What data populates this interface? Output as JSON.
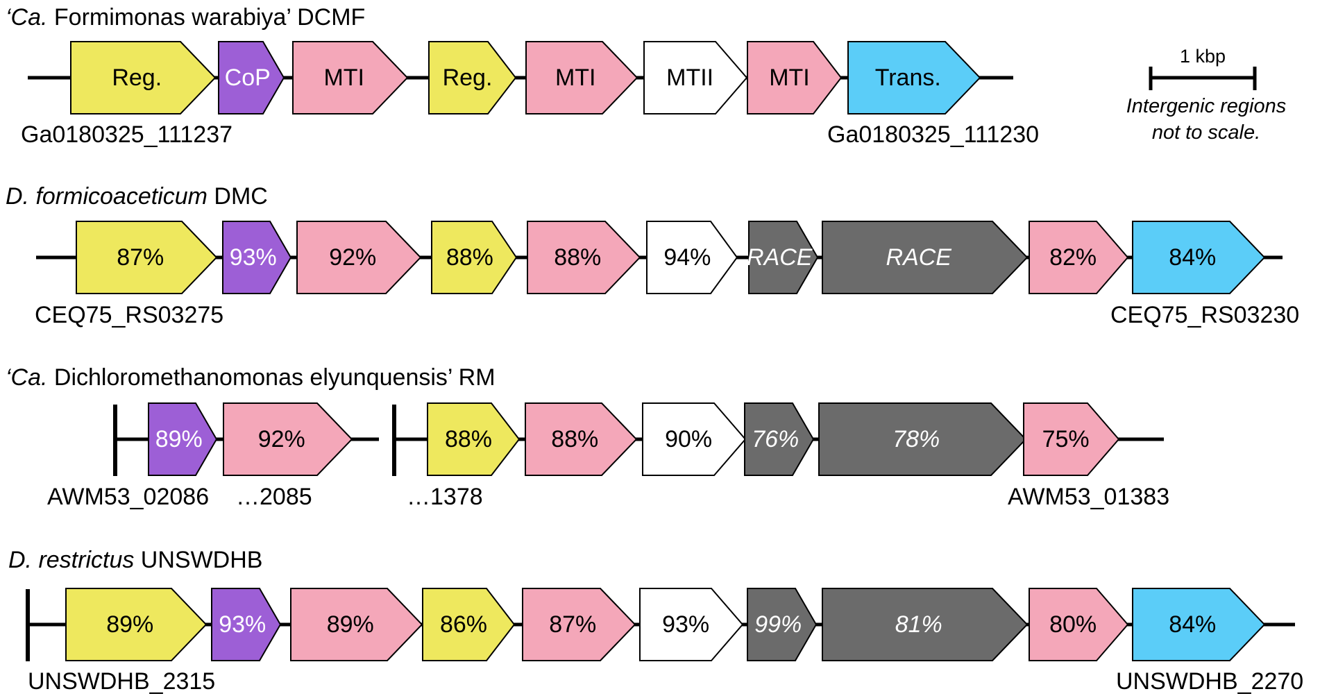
{
  "colors": {
    "Reg.": "#eee85e",
    "CoP": "#9d5fd6",
    "MTI": "#f4a7b9",
    "MTII": "#ffffff",
    "RACE": "#6b6b6b",
    "Trans.": "#5bcdf8"
  },
  "scale_bar": {
    "label": "1 kbp",
    "note_line1": "Intergenic regions",
    "note_line2": "not to scale."
  },
  "clusters": [
    {
      "title_italic": "‘Ca.",
      "title_rest": " Formimonas warabiya’ DCMF",
      "locus_left": "Ga0180325_111237",
      "locus_right": "Ga0180325_111230",
      "genes": [
        {
          "type": "Reg.",
          "label": "Reg."
        },
        {
          "type": "CoP",
          "label": "CoP"
        },
        {
          "type": "MTI",
          "label": "MTI"
        },
        {
          "type": "Reg.",
          "label": "Reg."
        },
        {
          "type": "MTI",
          "label": "MTI"
        },
        {
          "type": "MTII",
          "label": "MTII"
        },
        {
          "type": "MTI",
          "label": "MTI"
        },
        {
          "type": "Trans.",
          "label": "Trans."
        }
      ]
    },
    {
      "title_italic": "D. formicoaceticum",
      "title_rest": " DMC",
      "locus_left": "CEQ75_RS03275",
      "locus_right": "CEQ75_RS03230",
      "genes": [
        {
          "type": "Reg.",
          "label": "87%"
        },
        {
          "type": "CoP",
          "label": "93%"
        },
        {
          "type": "MTI",
          "label": "92%"
        },
        {
          "type": "Reg.",
          "label": "88%"
        },
        {
          "type": "MTI",
          "label": "88%"
        },
        {
          "type": "MTII",
          "label": "94%"
        },
        {
          "type": "RACE",
          "label": "RACE"
        },
        {
          "type": "RACE",
          "label": "RACE"
        },
        {
          "type": "MTI",
          "label": "82%"
        },
        {
          "type": "Trans.",
          "label": "84%"
        }
      ]
    },
    {
      "title_italic": "‘Ca.",
      "title_rest": " Dichloromethanomonas elyunquensis’ RM",
      "locus_left": "AWM53_02086",
      "locus_mid1": "…2085",
      "locus_mid2": "…1378",
      "locus_right": "AWM53_01383",
      "genes": [
        {
          "type": "CoP",
          "label": "89%"
        },
        {
          "type": "MTI",
          "label": "92%"
        },
        {
          "type": "Reg.",
          "label": "88%"
        },
        {
          "type": "MTI",
          "label": "88%"
        },
        {
          "type": "MTII",
          "label": "90%"
        },
        {
          "type": "RACE",
          "label": "76%"
        },
        {
          "type": "RACE",
          "label": "78%"
        },
        {
          "type": "MTI",
          "label": "75%"
        }
      ]
    },
    {
      "title_italic": "D. restrictus",
      "title_rest": " UNSWDHB",
      "locus_left": "UNSWDHB_2315",
      "locus_right": "UNSWDHB_2270",
      "genes": [
        {
          "type": "Reg.",
          "label": "89%"
        },
        {
          "type": "CoP",
          "label": "93%"
        },
        {
          "type": "MTI",
          "label": "89%"
        },
        {
          "type": "Reg.",
          "label": "86%"
        },
        {
          "type": "MTI",
          "label": "87%"
        },
        {
          "type": "MTII",
          "label": "93%"
        },
        {
          "type": "RACE",
          "label": "99%"
        },
        {
          "type": "RACE",
          "label": "81%"
        },
        {
          "type": "MTI",
          "label": "80%"
        },
        {
          "type": "Trans.",
          "label": "84%"
        }
      ]
    }
  ]
}
